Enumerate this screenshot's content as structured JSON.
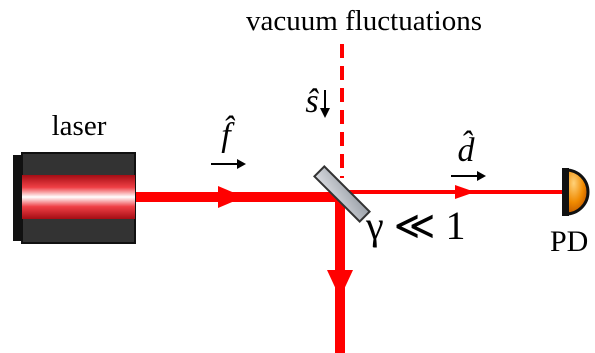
{
  "diagram": {
    "title": "vacuum fluctuations",
    "laser_label": "laser",
    "input_operator": "f̂",
    "vacuum_operator": "ŝ",
    "output_operator": "d̂",
    "splitter_label": "γ ≪ 1",
    "detector_label": "PD",
    "colors": {
      "beam": "#ff0000",
      "laser_body": "#333333",
      "laser_core": "#c8101a",
      "splitter": "#b5b8bf",
      "detector": "#f08a00"
    },
    "icons": {
      "laser": "laser-source-icon",
      "splitter": "beam-splitter-icon",
      "detector": "photodetector-icon"
    }
  }
}
